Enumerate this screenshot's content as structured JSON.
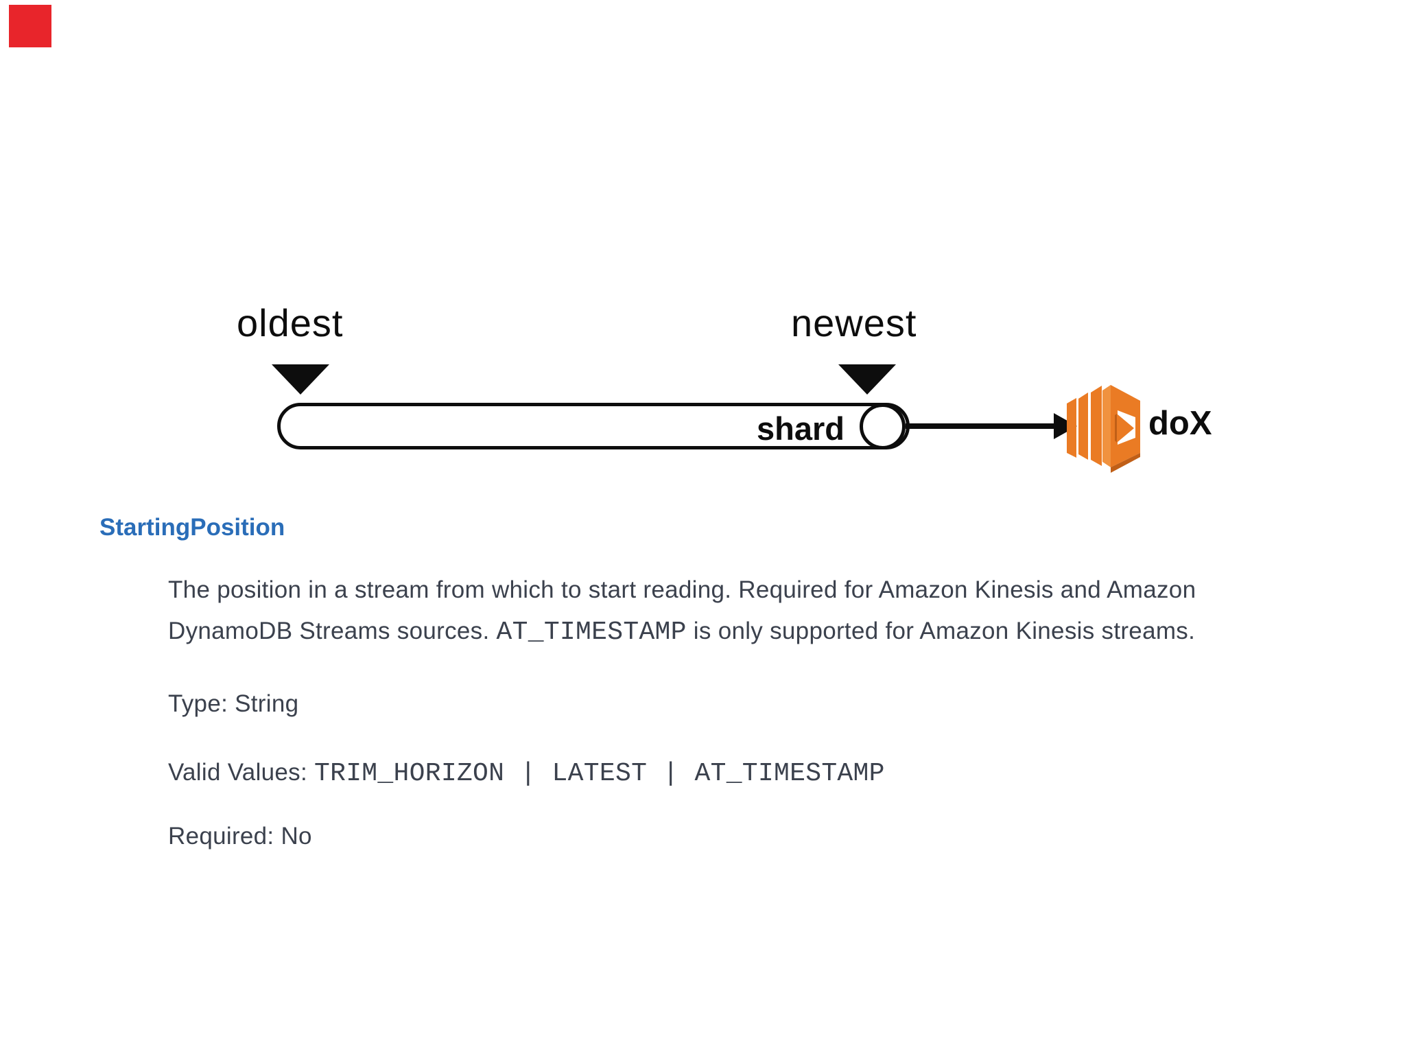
{
  "theme": {
    "red": "#e8252b",
    "blue": "#2a6db8",
    "text": "#3b414d",
    "diagram_black": "#0d0d0d",
    "orange": "#ea7b24",
    "orange_dark": "#c05f17",
    "orange_light": "#f0923f"
  },
  "diagram": {
    "oldest_label": "oldest",
    "newest_label": "newest",
    "shard_label": "shard",
    "function_label": "doX"
  },
  "doc": {
    "heading": "StartingPosition",
    "description_line1": "The position in a stream from which to start reading. Required for Amazon Kinesis and Amazon",
    "description_line2_pre": "DynamoDB Streams sources. ",
    "description_code": "AT_TIMESTAMP",
    "description_line2_post": " is only supported for Amazon Kinesis streams.",
    "type_line": "Type: String",
    "valid_values_label": "Valid Values:",
    "valid_values_code": "TRIM_HORIZON | LATEST | AT_TIMESTAMP",
    "required_line": "Required: No"
  }
}
